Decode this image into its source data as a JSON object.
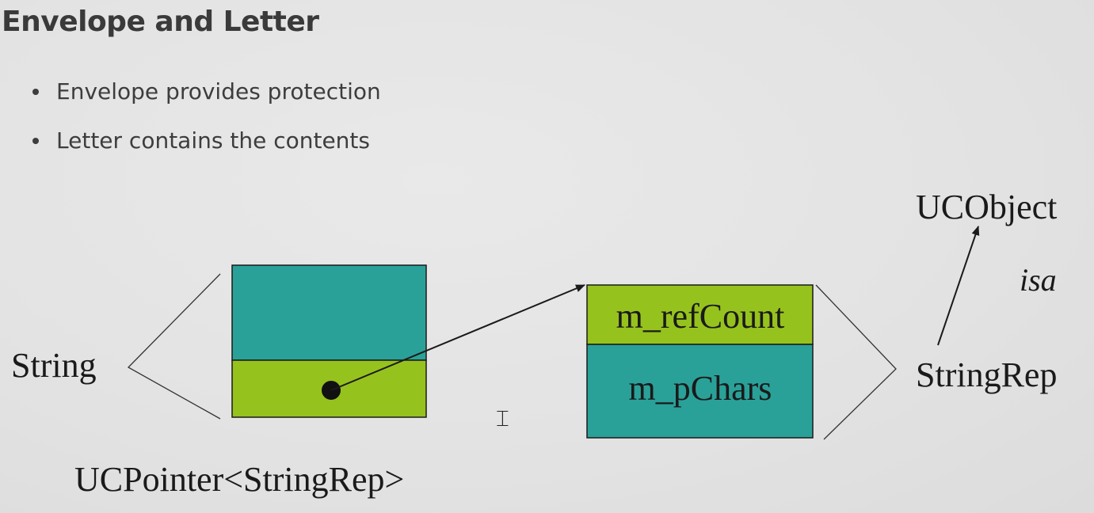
{
  "slide": {
    "title": "Envelope and Letter",
    "bullets": [
      "Envelope provides protection",
      "Letter contains the contents"
    ]
  },
  "diagram": {
    "string_label": "String",
    "pointer_label": "UCPointer<StringRep>",
    "rep_fields": [
      "m_refCount",
      "m_pChars"
    ],
    "stringrep_label": "StringRep",
    "ucobject_label": "UCObject",
    "isa_label": "isa"
  },
  "colors": {
    "teal": "#2aa198",
    "lime": "#96c21e",
    "ink": "#1a1a1a"
  },
  "icons": {
    "text_cursor": "I-beam-cursor-icon"
  }
}
